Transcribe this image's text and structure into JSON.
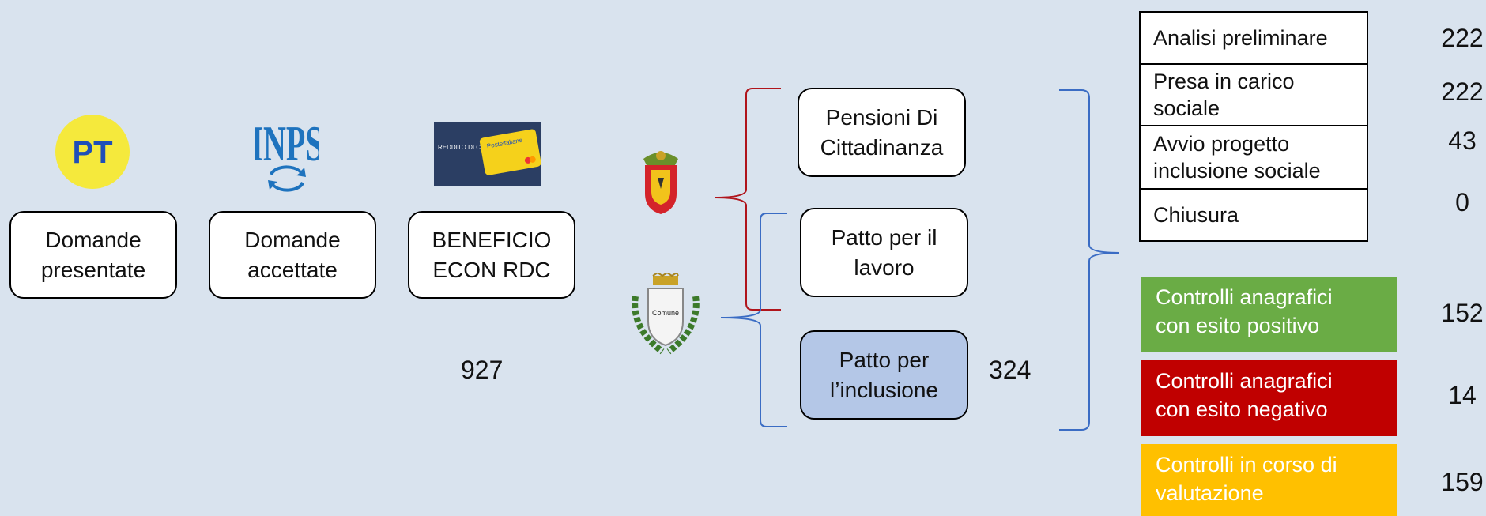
{
  "flow": {
    "pt_logo": "PT",
    "inps_logo": "INPS",
    "card_text": "REDDITO DI CITTADINANZA",
    "card_brand": "Posteitaliane",
    "box1": "Domande\npresentate",
    "box2": "Domande\naccettate",
    "box3": "BENEFICIO\nECON RDC",
    "total": "927",
    "comune_label": "Comune"
  },
  "paths": {
    "pensioni": "Pensioni Di\nCittadinanza",
    "lavoro": "Patto per il\nlavoro",
    "inclusione": "Patto per\nl’inclusione",
    "inclusione_count": "324"
  },
  "phases": [
    {
      "label": "Analisi preliminare",
      "value": "222"
    },
    {
      "label": "Presa in carico sociale",
      "value": "222"
    },
    {
      "label": "Avvio progetto inclusione sociale",
      "value": "43"
    },
    {
      "label": "Chiusura",
      "value": "0"
    }
  ],
  "checks": [
    {
      "label": "Controlli anagrafici\ncon esito positivo",
      "value": "152",
      "color": "#6aac45"
    },
    {
      "label": "Controlli anagrafici\ncon esito negativo",
      "value": "14",
      "color": "#c00000"
    },
    {
      "label": "Controlli in corso di\nvalutazione",
      "value": "159",
      "color": "#ffc000"
    }
  ]
}
